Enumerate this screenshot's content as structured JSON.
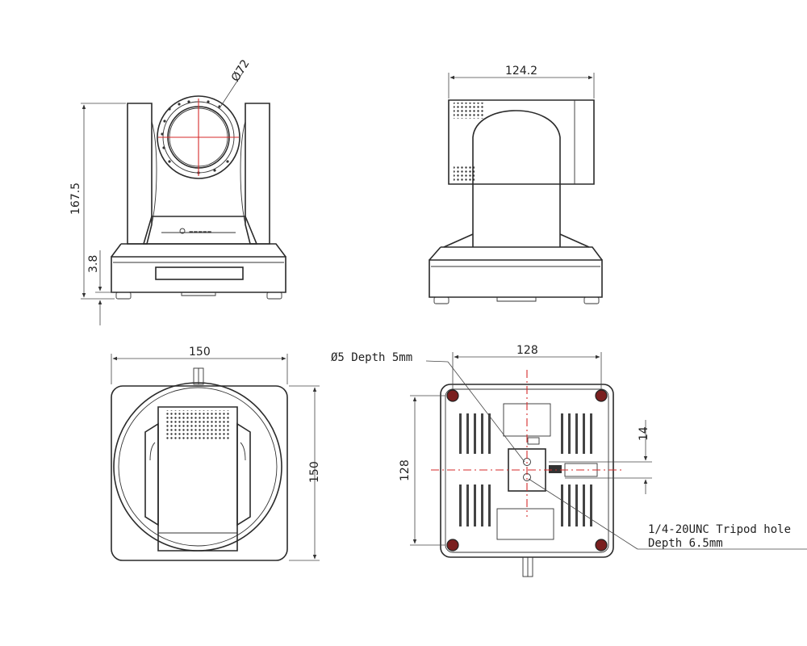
{
  "front_view": {
    "lens_diameter": "Ø72",
    "height": "167.5",
    "base_offset": "3.8"
  },
  "side_view": {
    "depth": "124.2"
  },
  "top_view": {
    "width": "150",
    "depth": "150"
  },
  "bottom_view": {
    "hole_spacing_x": "128",
    "hole_spacing_y": "128",
    "tripod_offset": "14",
    "mounting_hole_note": "Ø5 Depth 5mm",
    "tripod_note_line1": "1/4-20UNC Tripod hole",
    "tripod_note_line2": "Depth 6.5mm"
  },
  "colors": {
    "line": "#2a2a2a",
    "center_line": "#d42a2a",
    "hole_fill": "#7a1f1f"
  }
}
